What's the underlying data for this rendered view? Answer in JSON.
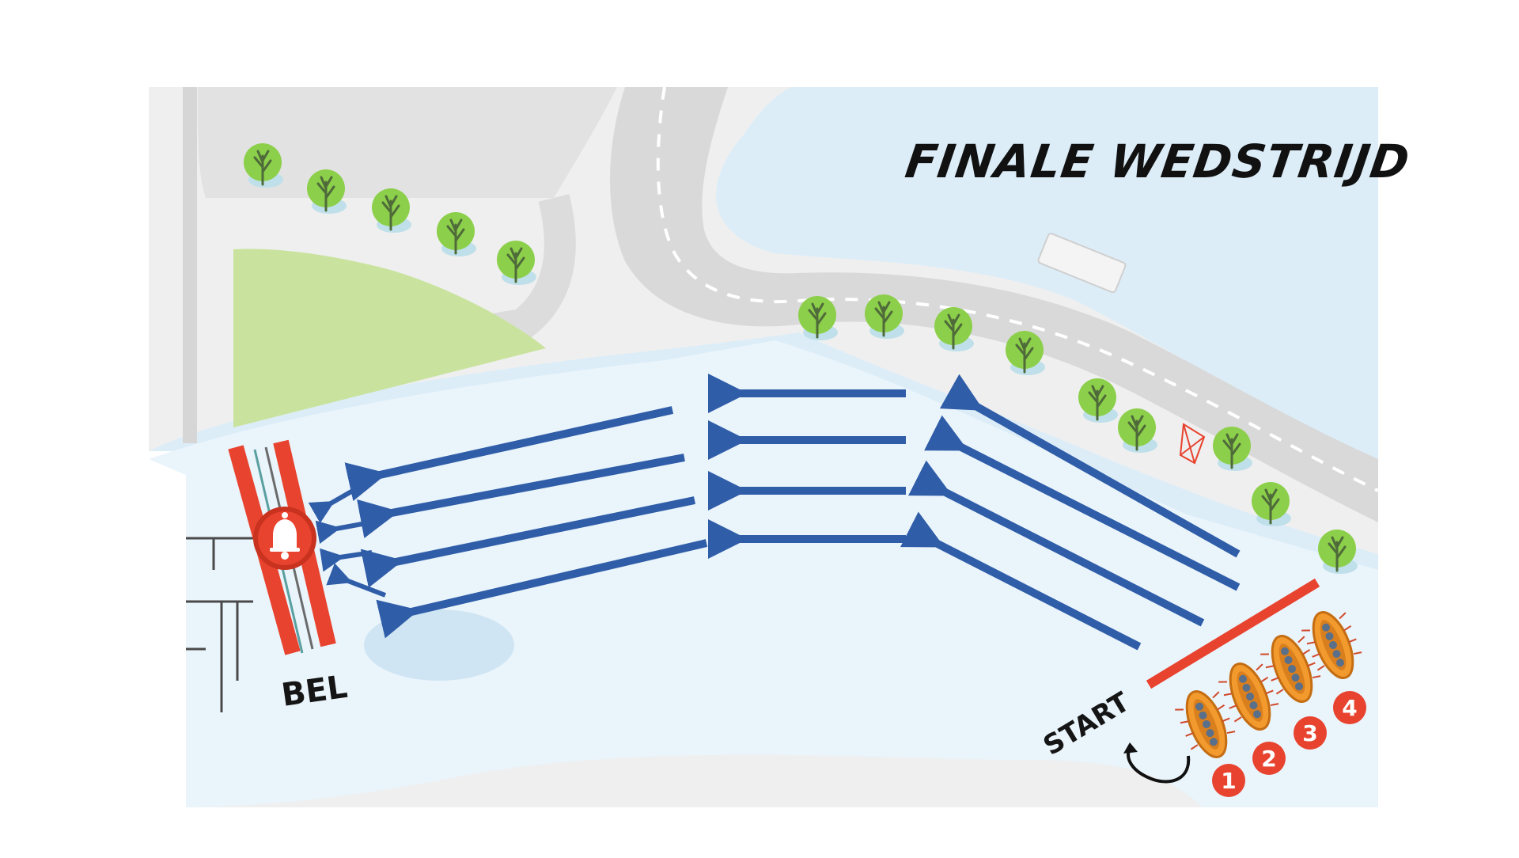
{
  "title": "FINALE WEDSTRIJD",
  "start_label": "START",
  "finish_label": "BEL",
  "lanes": [
    "1",
    "2",
    "3",
    "4"
  ],
  "icons": {
    "finish": "bell-icon",
    "turn": "curved-arrow-icon",
    "boat": "raft-icon",
    "tree": "tree-icon"
  },
  "colors": {
    "water": "#dcedf8",
    "land": "#eeeeee",
    "road": "#d9d9d9",
    "grass": "#c9e39e",
    "arrow": "#2f5da8",
    "line": "#e8432e",
    "boat": "#f29a2e",
    "tree": "#8ccf4a"
  }
}
